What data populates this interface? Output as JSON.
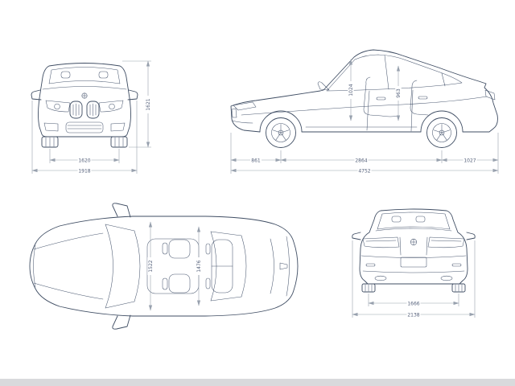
{
  "page": {
    "background": "#ffffff",
    "footer_bar_color": "#d9dadc"
  },
  "style": {
    "car_line_color": "#3f4d63",
    "detail_line_color": "#4a5870",
    "dimension_line_color": "#98a1ae",
    "dimension_text_color": "#54607a"
  },
  "dims": {
    "front_height": "1621",
    "front_track": "1620",
    "front_overall_width": "1918",
    "side_front_overhang": "861",
    "side_wheelbase": "2864",
    "side_rear_overhang": "1027",
    "side_overall_length": "4752",
    "side_front_interior_height": "1024",
    "side_rear_interior_height": "963",
    "top_front_interior_width": "1522",
    "top_rear_interior_width": "1476",
    "rear_track": "1666",
    "rear_overall_width": "2138"
  }
}
